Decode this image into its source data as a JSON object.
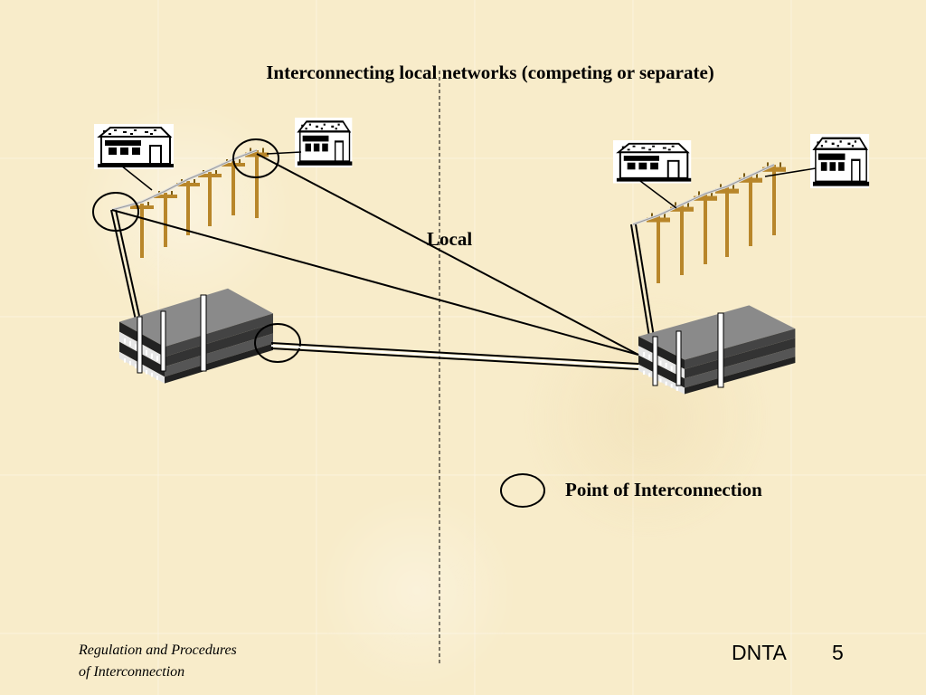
{
  "slide": {
    "title": "Interconnecting local networks (competing or separate)",
    "center_label": "Local",
    "legend_label": "Point of Interconnection",
    "footer_text_line1": "Regulation and Procedures",
    "footer_text_line2": "of Interconnection",
    "footer_org": "DNTA",
    "page_number": "5"
  },
  "icons": {
    "house": "house-icon",
    "utility_pole": "utility-pole-icon",
    "exchange_building": "exchange-building-icon"
  },
  "colors": {
    "background": "#f8ecca",
    "pole": "#b8862a",
    "building_dark": "#2a2a2a",
    "building_roof": "#7a7a7a"
  }
}
